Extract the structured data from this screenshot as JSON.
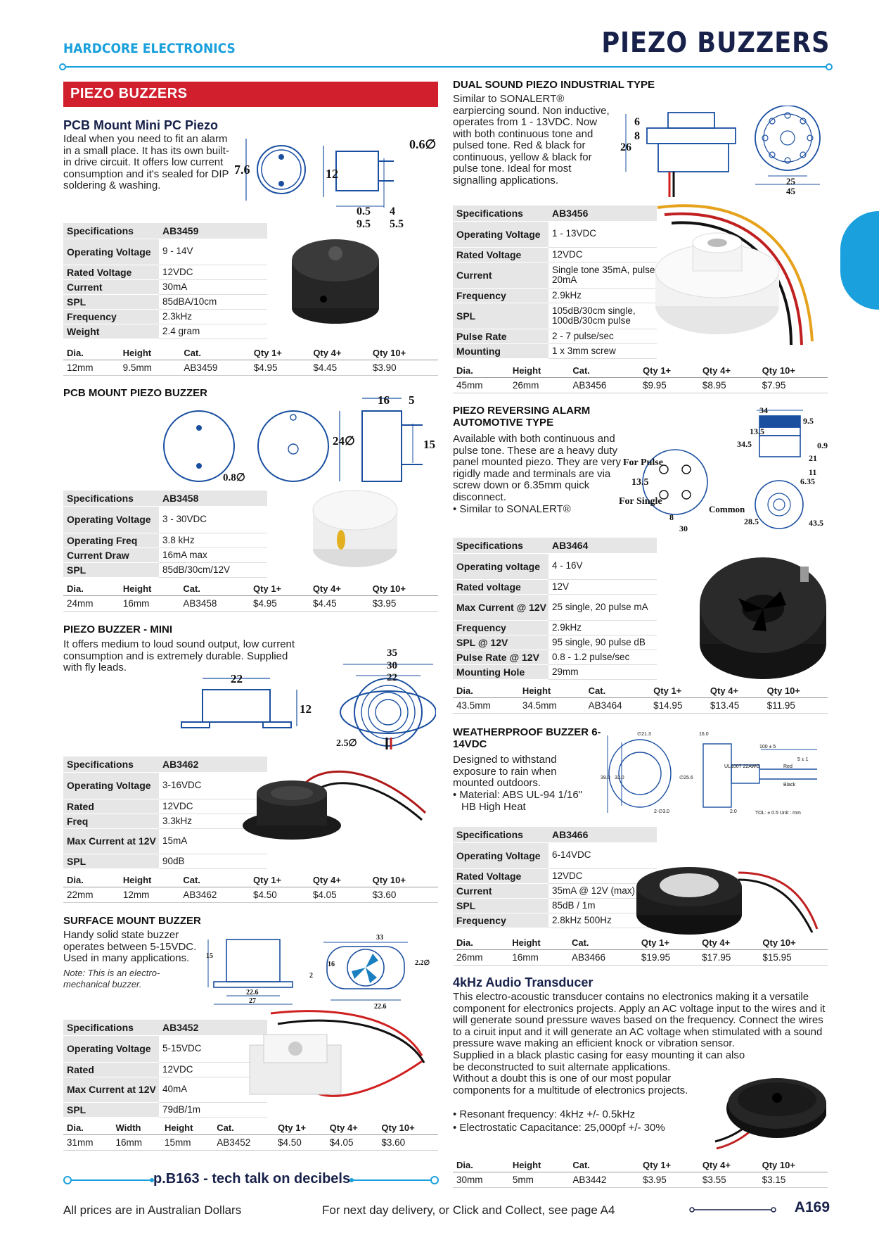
{
  "header": {
    "brand": "HARDCORE ELECTRONICS",
    "title": "PIEZO BUZZERS"
  },
  "section": {
    "banner": "PIEZO BUZZERS"
  },
  "colors": {
    "accent": "#1aa0dc",
    "banner": "#d11f2e",
    "navy": "#17214a"
  },
  "price_headers": {
    "dia": "Dia.",
    "width": "Width",
    "height": "Height",
    "cat": "Cat.",
    "q1": "Qty 1+",
    "q4": "Qty 4+",
    "q10": "Qty 10+"
  },
  "products": {
    "ab3459": {
      "title": "PCB Mount Mini PC Piezo",
      "desc": "Ideal when you need to fit an alarm in a small place. It has its own built-in drive circuit. It offers low current consumption and it's sealed for DIP soldering & washing.",
      "dims": {
        "d1": "7.6",
        "d2": "12",
        "d3": "0.6∅",
        "d4": "0.5",
        "d5": "4",
        "d6": "9.5",
        "d7": "5.5"
      },
      "spec_head": [
        "Specifications",
        "AB3459"
      ],
      "specs": [
        [
          "Operating Voltage",
          "9 - 14V"
        ],
        [
          "Rated Voltage",
          "12VDC"
        ],
        [
          "Current",
          "30mA"
        ],
        [
          "SPL",
          "85dBA/10cm"
        ],
        [
          "Frequency",
          "2.3kHz"
        ],
        [
          "Weight",
          "2.4 gram"
        ]
      ],
      "price": [
        "12mm",
        "9.5mm",
        "AB3459",
        "$4.95",
        "$4.45",
        "$3.90"
      ]
    },
    "ab3458": {
      "title": "PCB MOUNT PIEZO BUZZER",
      "dims": {
        "d1": "16",
        "d2": "5",
        "d3": "24∅",
        "d4": "15",
        "d5": "0.8∅"
      },
      "spec_head": [
        "Specifications",
        "AB3458"
      ],
      "specs": [
        [
          "Operating Voltage",
          "3 - 30VDC"
        ],
        [
          "Operating Freq",
          "3.8 kHz"
        ],
        [
          "Current Draw",
          "16mA max"
        ],
        [
          "SPL",
          "85dB/30cm/12V"
        ]
      ],
      "price": [
        "24mm",
        "16mm",
        "AB3458",
        "$4.95",
        "$4.45",
        "$3.95"
      ]
    },
    "ab3462": {
      "title": "PIEZO BUZZER - MINI",
      "desc": "It offers medium to loud sound output, low current consumption and is extremely durable. Supplied with fly leads.",
      "dims": {
        "d1": "22",
        "d2": "12",
        "d3": "35",
        "d4": "30",
        "d5": "22",
        "d6": "2.5∅"
      },
      "spec_head": [
        "Specifications",
        "AB3462"
      ],
      "specs": [
        [
          "Operating Voltage",
          "3-16VDC"
        ],
        [
          "Rated",
          "12VDC"
        ],
        [
          "Freq",
          "3.3kHz"
        ],
        [
          "Max Current at 12V",
          "15mA"
        ],
        [
          "SPL",
          "90dB"
        ]
      ],
      "price": [
        "22mm",
        "12mm",
        "AB3462",
        "$4.50",
        "$4.05",
        "$3.60"
      ]
    },
    "ab3452": {
      "title": "SURFACE MOUNT BUZZER",
      "desc": "Handy solid state buzzer operates between 5-15VDC. Used in many applications.",
      "note": "Note: This is an electro-mechanical buzzer.",
      "dims": {
        "d1": "15",
        "d2": "2",
        "d3": "22.6",
        "d4": "27",
        "d5": "33",
        "d6": "16",
        "d7": "2.2∅",
        "d8": "22.6"
      },
      "spec_head": [
        "Specifications",
        "AB3452"
      ],
      "specs": [
        [
          "Operating Voltage",
          "5-15VDC"
        ],
        [
          "Rated",
          "12VDC"
        ],
        [
          "Max Current at 12V",
          "40mA"
        ],
        [
          "SPL",
          "79dB/1m"
        ]
      ],
      "price": [
        "31mm",
        "16mm",
        "15mm",
        "AB3452",
        "$4.50",
        "$4.05",
        "$3.60"
      ]
    },
    "ab3456": {
      "title": "DUAL SOUND PIEZO INDUSTRIAL TYPE",
      "desc": "Similar to SONALERT® earpiercing sound. Non inductive, operates from 1 - 13VDC. Now with both continuous tone and pulsed tone. Red & black for continuous, yellow & black for pulse tone. Ideal for most signalling applications.",
      "dims": {
        "d1": "6",
        "d2": "8",
        "d3": "26",
        "d4": "25",
        "d5": "45"
      },
      "spec_head": [
        "Specifications",
        "AB3456"
      ],
      "specs": [
        [
          "Operating Voltage",
          "1 - 13VDC"
        ],
        [
          "Rated Voltage",
          "12VDC"
        ],
        [
          "Current",
          "Single tone 35mA, pulse 20mA"
        ],
        [
          "Frequency",
          "2.9kHz"
        ],
        [
          "SPL",
          "105dB/30cm single, 100dB/30cm pulse"
        ],
        [
          "Pulse Rate",
          "2 - 7 pulse/sec"
        ],
        [
          "Mounting",
          "1 x 3mm screw"
        ]
      ],
      "price": [
        "45mm",
        "26mm",
        "AB3456",
        "$9.95",
        "$8.95",
        "$7.95"
      ]
    },
    "ab3464": {
      "title": "PIEZO REVERSING ALARM AUTOMOTIVE TYPE",
      "desc": "Available with both continuous and pulse tone. These are a heavy duty panel mounted piezo. They are very rigidly made and terminals are via screw down or 6.35mm quick disconnect.",
      "bullet": "• Similar to SONALERT®",
      "dims": {
        "d1": "34",
        "d2": "9.5",
        "d3": "13.5",
        "d4": "34.5",
        "d5": "0.9",
        "d6": "21",
        "d7": "11",
        "d8": "6.35",
        "d9": "For Pulse",
        "d10": "13.5",
        "d11": "For Single",
        "d12": "Common",
        "d13": "8",
        "d14": "30",
        "d15": "28.5",
        "d16": "43.5"
      },
      "spec_head": [
        "Specifications",
        "AB3464"
      ],
      "specs": [
        [
          "Operating voltage",
          "4 - 16V"
        ],
        [
          "Rated voltage",
          "12V"
        ],
        [
          "Max Current @ 12V",
          "25 single, 20 pulse mA"
        ],
        [
          "Frequency",
          "2.9kHz"
        ],
        [
          "SPL @ 12V",
          "95 single, 90 pulse dB"
        ],
        [
          "Pulse Rate @ 12V",
          "0.8 - 1.2 pulse/sec"
        ],
        [
          "Mounting Hole",
          "29mm"
        ]
      ],
      "price": [
        "43.5mm",
        "34.5mm",
        "AB3464",
        "$14.95",
        "$13.45",
        "$11.95"
      ]
    },
    "ab3466": {
      "title": "WEATHERPROOF BUZZER 6-14VDC",
      "desc": "Designed to withstand exposure to rain when mounted outdoors.",
      "bullet1": "• Material: ABS UL-94 1/16\"",
      "bullet2": "HB High Heat",
      "dims": {
        "d1": "∅21.3",
        "d2": "16.0",
        "d3": "100 ± 5",
        "d4": "5 ± 1",
        "d5": "UL1007 22AWG",
        "d6": "Red",
        "d7": "Black",
        "d8": "39.0",
        "d9": "32.0",
        "d10": "∅25.6",
        "d11": "2-∅3.0",
        "d12": "2.0",
        "d13": "TOL: ± 0.5   Unit : mm"
      },
      "spec_head": [
        "Specifications",
        "AB3466"
      ],
      "specs": [
        [
          "Operating Voltage",
          "6-14VDC"
        ],
        [
          "Rated Voltage",
          "12VDC"
        ],
        [
          "Current",
          "35mA @ 12V (max)"
        ],
        [
          "SPL",
          "85dB / 1m"
        ],
        [
          "Frequency",
          "2.8kHz 500Hz"
        ]
      ],
      "price": [
        "26mm",
        "16mm",
        "AB3466",
        "$19.95",
        "$17.95",
        "$15.95"
      ]
    },
    "ab3442": {
      "title": "4kHz Audio Transducer",
      "desc1": "This electro-acoustic transducer contains no electronics making it a versatile component for electronics projects. Apply an AC voltage input to the wires and it will generate sound pressure waves based on the frequency. Connect the wires to a ciruit input and it will generate an AC voltage when stimulated with a sound pressure wave making an efficient knock or vibration sensor.",
      "desc2": "Supplied in a black plastic casing for easy mounting it can also be deconstructed to suit alternate applications.",
      "desc3": "Without a doubt this is one of our most popular components for a multitude of electronics projects.",
      "bullet1": "• Resonant frequency: 4kHz +/- 0.5kHz",
      "bullet2": "• Electrostatic Capacitance: 25,000pf +/- 30%",
      "price": [
        "30mm",
        "5mm",
        "AB3442",
        "$3.95",
        "$3.55",
        "$3.15"
      ]
    }
  },
  "decibel_link": "p.B163 - tech talk on decibels",
  "footer": {
    "prices_note": "All prices are in Australian Dollars",
    "delivery": "For next day delivery, or Click and Collect, see page A4",
    "page": "A169"
  }
}
